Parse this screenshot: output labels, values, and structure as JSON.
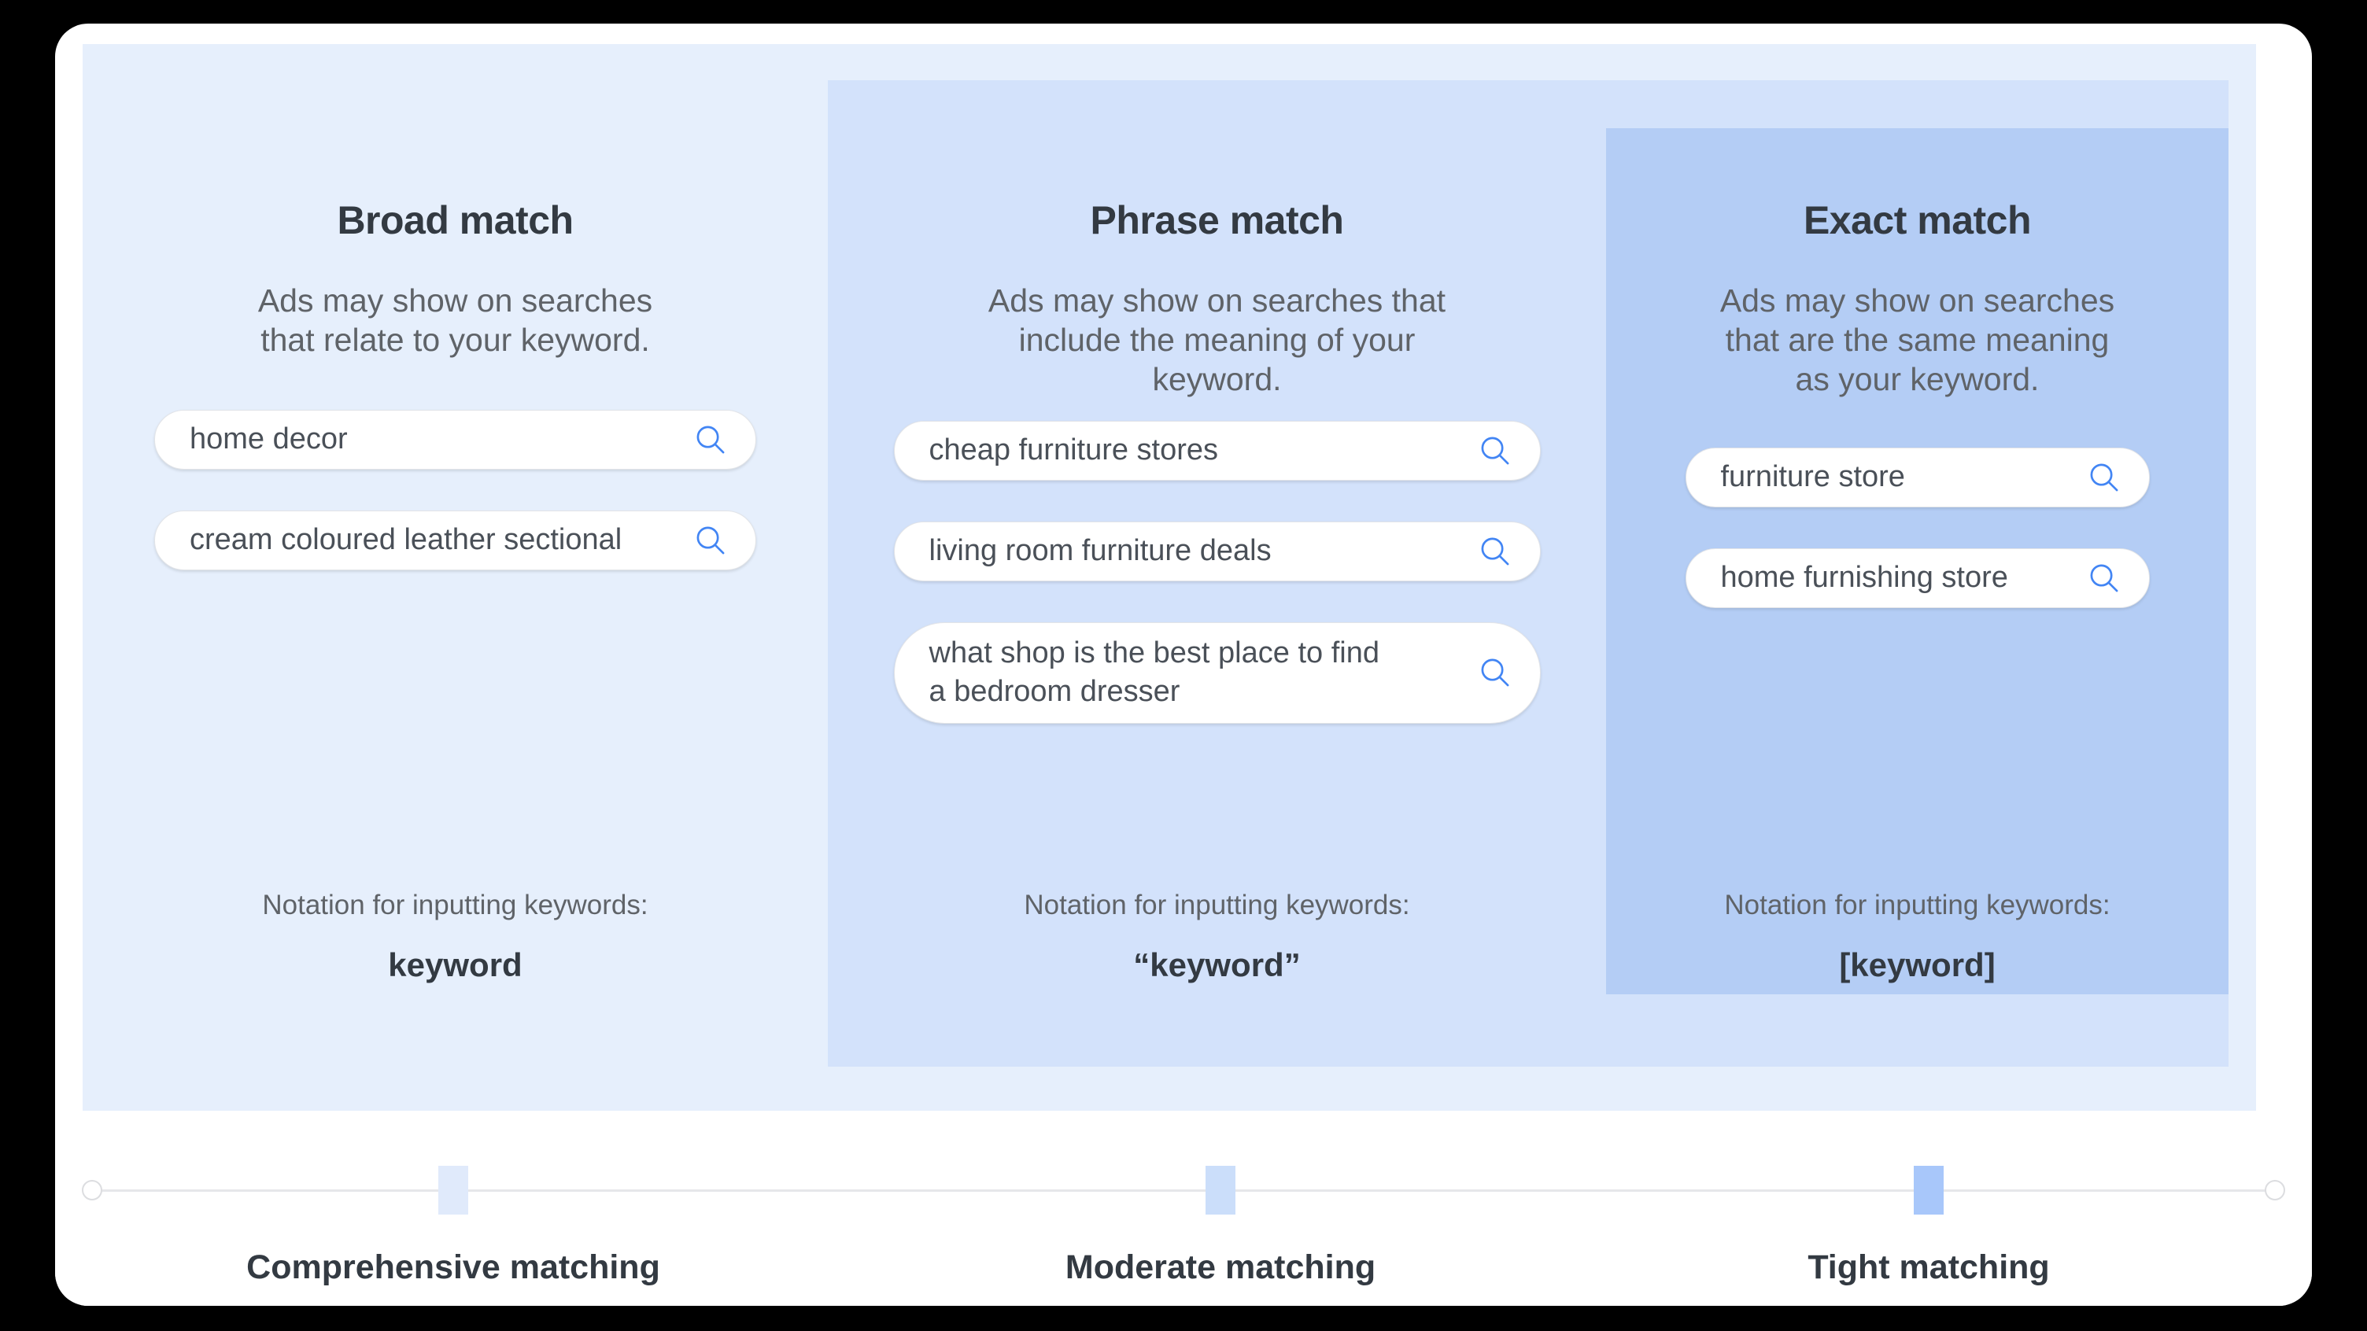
{
  "columns": [
    {
      "id": "broad",
      "title": "Broad match",
      "description": "Ads may show on searches\nthat relate to your keyword.",
      "panel_color": "#e6effc",
      "queries": [
        {
          "text": "home decor",
          "icon": "search-icon"
        },
        {
          "text": "cream coloured leather sectional",
          "icon": "search-icon"
        }
      ],
      "notation_label": "Notation for inputting keywords:",
      "notation_value": "keyword"
    },
    {
      "id": "phrase",
      "title": "Phrase match",
      "description": "Ads may show on searches that\ninclude the meaning of your\nkeyword.",
      "panel_color": "#d3e2fb",
      "queries": [
        {
          "text": "cheap furniture stores",
          "icon": "search-icon"
        },
        {
          "text": "living room furniture deals",
          "icon": "search-icon"
        },
        {
          "text": "what shop is the best place to find\na bedroom dresser",
          "icon": "search-icon"
        }
      ],
      "notation_label": "Notation for inputting keywords:",
      "notation_value": "“keyword”"
    },
    {
      "id": "exact",
      "title": "Exact match",
      "description": "Ads may show on searches\nthat are the same meaning\nas your keyword.",
      "panel_color": "#b4cdf5",
      "queries": [
        {
          "text": "furniture store",
          "icon": "search-icon"
        },
        {
          "text": "home furnishing store",
          "icon": "search-icon"
        }
      ],
      "notation_label": "Notation for inputting keywords:",
      "notation_value": "[keyword]"
    }
  ],
  "scale": {
    "markers": [
      {
        "label": "Comprehensive matching",
        "color": "#e0eafb"
      },
      {
        "label": "Moderate matching",
        "color": "#cbdefa"
      },
      {
        "label": "Tight matching",
        "color": "#a8c7fa"
      }
    ]
  },
  "colors": {
    "search_icon": "#4285f4",
    "text_dark": "#333a42",
    "text_muted": "#5f6368",
    "pill_background": "#ffffff",
    "card_background": "#ffffff",
    "page_background": "#000000"
  }
}
